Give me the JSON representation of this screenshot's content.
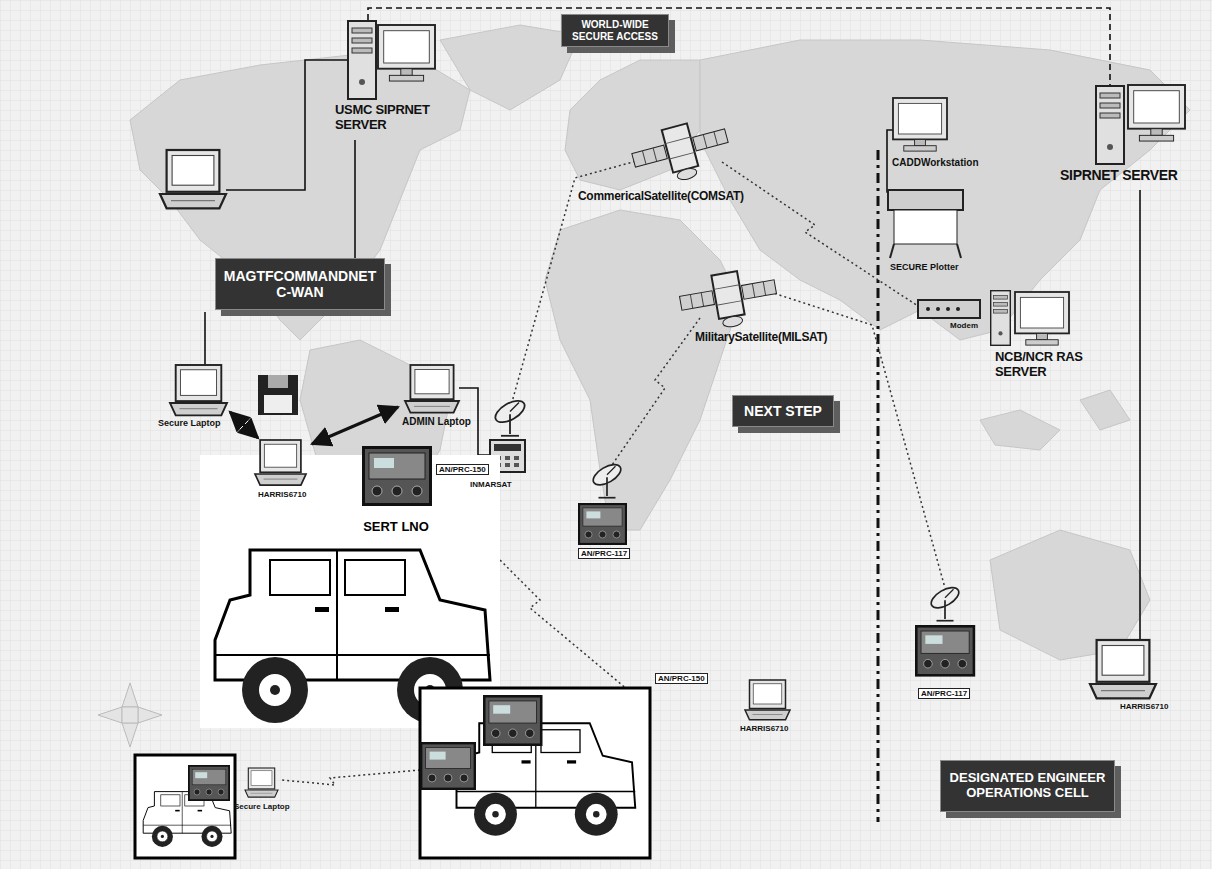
{
  "diagram": {
    "nodes": [
      {
        "text": [
          "WORLD-WIDE SECURE ACCESS"
        ]
      },
      {
        "text": [
          "MAGTFCOMMANDNET C-WAN"
        ]
      },
      {
        "text": [
          "NEXT STEP"
        ]
      },
      {
        "text": [
          "SERT LNO"
        ]
      },
      {
        "text": [
          "DESIGNATED ENGINEER OPERATIONS CELL"
        ]
      }
    ],
    "labels": [
      "USMC SIPRNET SERVER",
      "CADDWorkstation",
      "SIPRNET SERVER",
      "CommericalSatellite(COMSAT)",
      "SECURE Plotter",
      "MilitarySatellite(MILSAT)",
      "Modem",
      "NCB/NCR RAS SERVER",
      "Secure Laptop",
      "ADMIN Laptop",
      "INMARSAT",
      "HARRIS6710",
      "AN/PRC-150",
      "AN/PRC-117",
      "AN/PRC-150",
      "HARRIS6710",
      "AN/PRC-117",
      "HARRIS6710",
      "Secure Laptop"
    ]
  }
}
